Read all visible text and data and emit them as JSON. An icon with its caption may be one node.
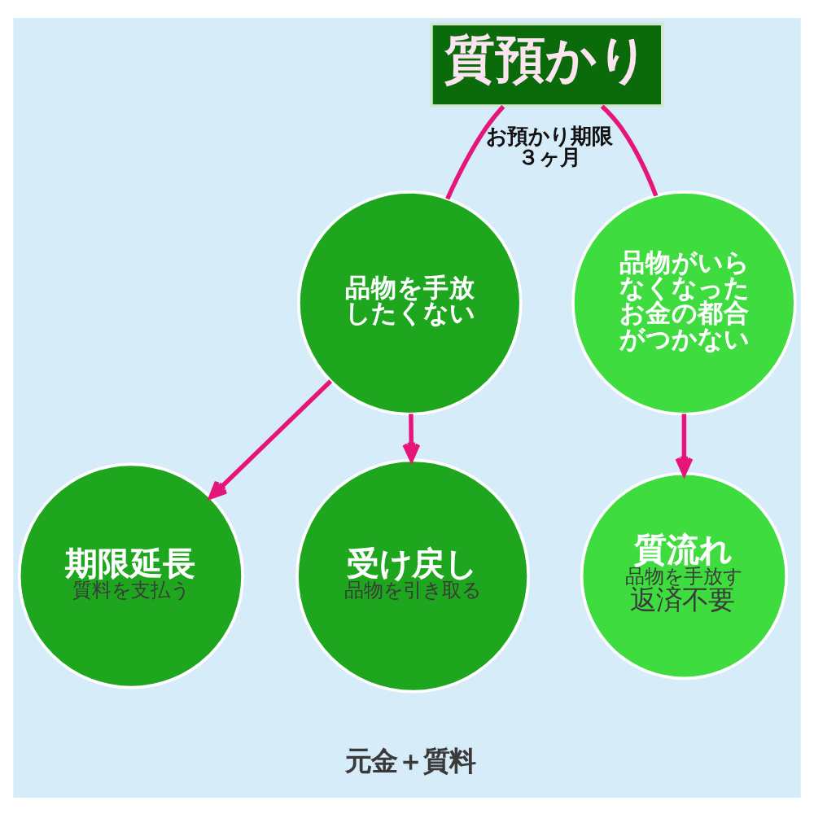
{
  "diagram": {
    "nodes": [
      {
        "text": [
          "質預かり"
        ]
      },
      {
        "text": [
          "品物を手放したくない"
        ]
      },
      {
        "text": [
          "品物がいらなくなった",
          "お金の都合がつかない"
        ]
      },
      {
        "text": [
          "期限延長",
          "質料を支払う"
        ]
      },
      {
        "text": [
          "受け戻し",
          "品物を引き取る"
        ],
        "beside": [
          "元金＋質料"
        ]
      },
      {
        "text": [
          "質流れ",
          "品物を手放す",
          "返済不要"
        ]
      }
    ],
    "edges": [
      {
        "from": 0,
        "to": 1,
        "arrow": "none",
        "label": "お預かり期限３ヶ月"
      },
      {
        "from": 0,
        "to": 2,
        "arrow": "none"
      },
      {
        "from": 1,
        "to": 3,
        "arrow": "to"
      },
      {
        "from": 1,
        "to": 4,
        "arrow": "to"
      },
      {
        "from": 2,
        "to": 5,
        "arrow": "to"
      }
    ]
  }
}
